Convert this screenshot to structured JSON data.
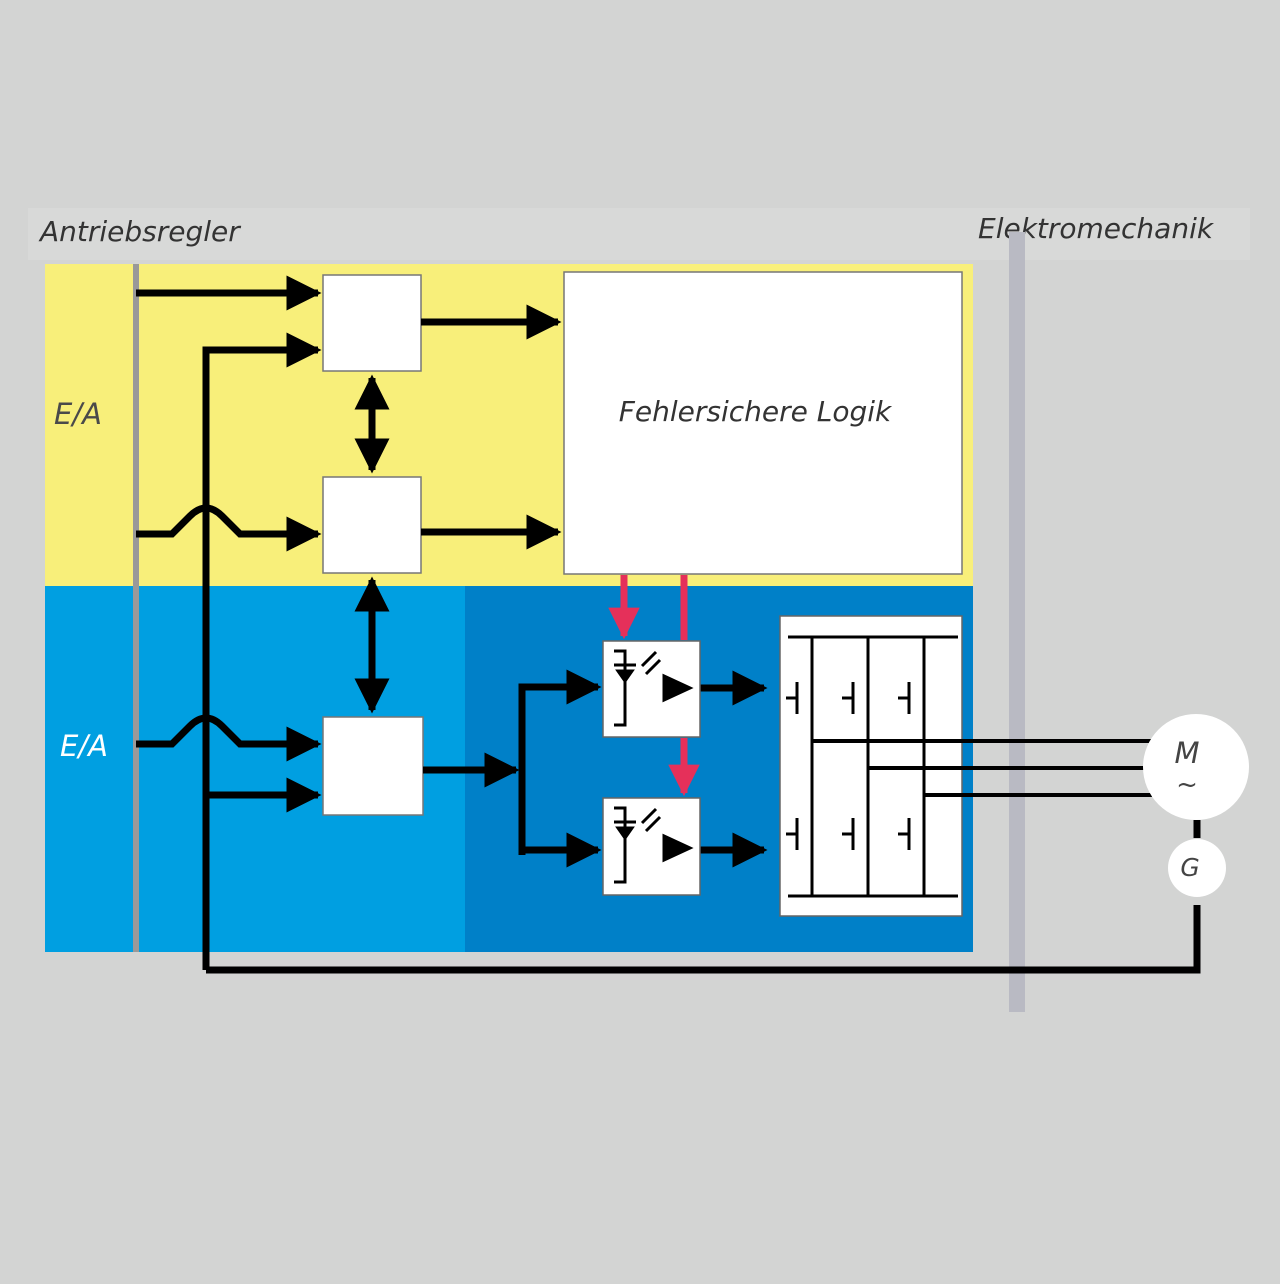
{
  "header": {
    "left_title": "Antriebsregler",
    "right_title": "Elektromechanik"
  },
  "zones": {
    "top_label": "E/A",
    "bottom_label": "E/A"
  },
  "blocks": {
    "logic_label": "Fehlersichere Logik"
  },
  "motor": {
    "motor_label": "M",
    "motor_symbol": "~",
    "encoder_label": "G"
  },
  "colors": {
    "background": "#d3d4d3",
    "top_zone": "#f8ef7a",
    "bottom_zone": "#009fe1",
    "bottom_zone_dark": "#0080c8",
    "signal_red": "#e5305a",
    "line": "#000000"
  }
}
